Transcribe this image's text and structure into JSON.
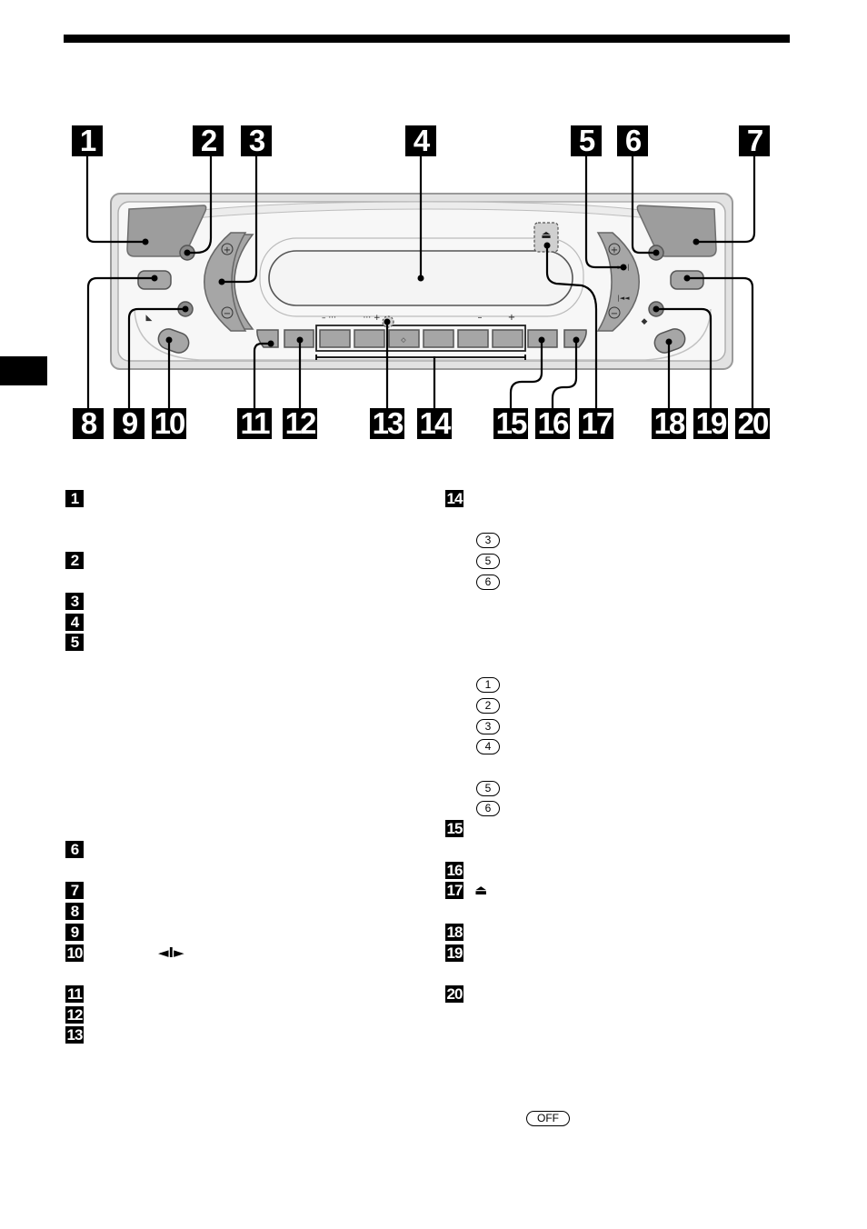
{
  "header": {
    "section_tab": ""
  },
  "diagram": {
    "callouts": [
      {
        "label": "1"
      },
      {
        "label": "2"
      },
      {
        "label": "3"
      },
      {
        "label": "4"
      },
      {
        "label": "5"
      },
      {
        "label": "6"
      },
      {
        "label": "7"
      },
      {
        "label": "8"
      },
      {
        "label": "9"
      },
      {
        "label": "10"
      },
      {
        "label": "11"
      },
      {
        "label": "12"
      },
      {
        "label": "13"
      },
      {
        "label": "14"
      },
      {
        "label": "15"
      },
      {
        "label": "16"
      },
      {
        "label": "17"
      },
      {
        "label": "18"
      },
      {
        "label": "19"
      },
      {
        "label": "20"
      }
    ],
    "panel_marks": {
      "vol_plus": "+",
      "vol_minus": "−",
      "seek_plus": "+",
      "seek_minus": "−",
      "seek_next": "►►|",
      "seek_prev": "|◄◄",
      "disc_minus": "– ···",
      "disc_plus": "··· +",
      "preset_minus": "–",
      "preset_plus": "+",
      "eject": "⏏",
      "preset_dot": "◇"
    }
  },
  "legend": {
    "left_items": [
      "1",
      "2",
      "3",
      "4",
      "5",
      "6",
      "7",
      "8",
      "9",
      "10",
      "11",
      "12",
      "13"
    ],
    "right_items": [
      "14",
      "15",
      "16",
      "17",
      "18",
      "19",
      "20"
    ],
    "sub_14a": [
      "3",
      "5",
      "6"
    ],
    "sub_14b": [
      "1",
      "2",
      "3",
      "4",
      "5",
      "6"
    ],
    "item10_symbol": "◄I►",
    "item17_symbol": "⏏",
    "off_button": "OFF"
  }
}
